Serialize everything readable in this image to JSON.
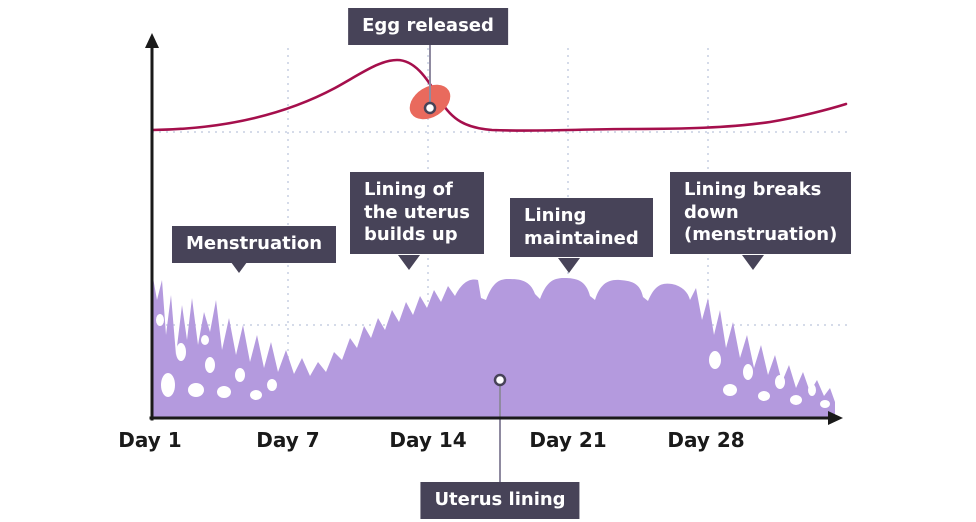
{
  "diagram": {
    "labels": {
      "egg_released": "Egg released",
      "menstruation": "Menstruation",
      "lining_builds": "Lining of\nthe uterus\nbuilds up",
      "lining_maintained": "Lining\nmaintained",
      "lining_breaks": "Lining breaks\ndown\n(menstruation)",
      "uterus_lining": "Uterus lining"
    },
    "x_axis": {
      "ticks": [
        "Day 1",
        "Day 7",
        "Day 14",
        "Day 21",
        "Day 28"
      ]
    },
    "colors": {
      "label_bg": "#474358",
      "label_text": "#ffffff",
      "curve": "#a50f4c",
      "lining_fill": "#b49ade",
      "egg_marker": "#e96a5d",
      "grid": "#c7cfe2",
      "axis": "#1a1a1a",
      "connector": "#8f8aa0",
      "day_text": "#1a1a1a"
    }
  }
}
